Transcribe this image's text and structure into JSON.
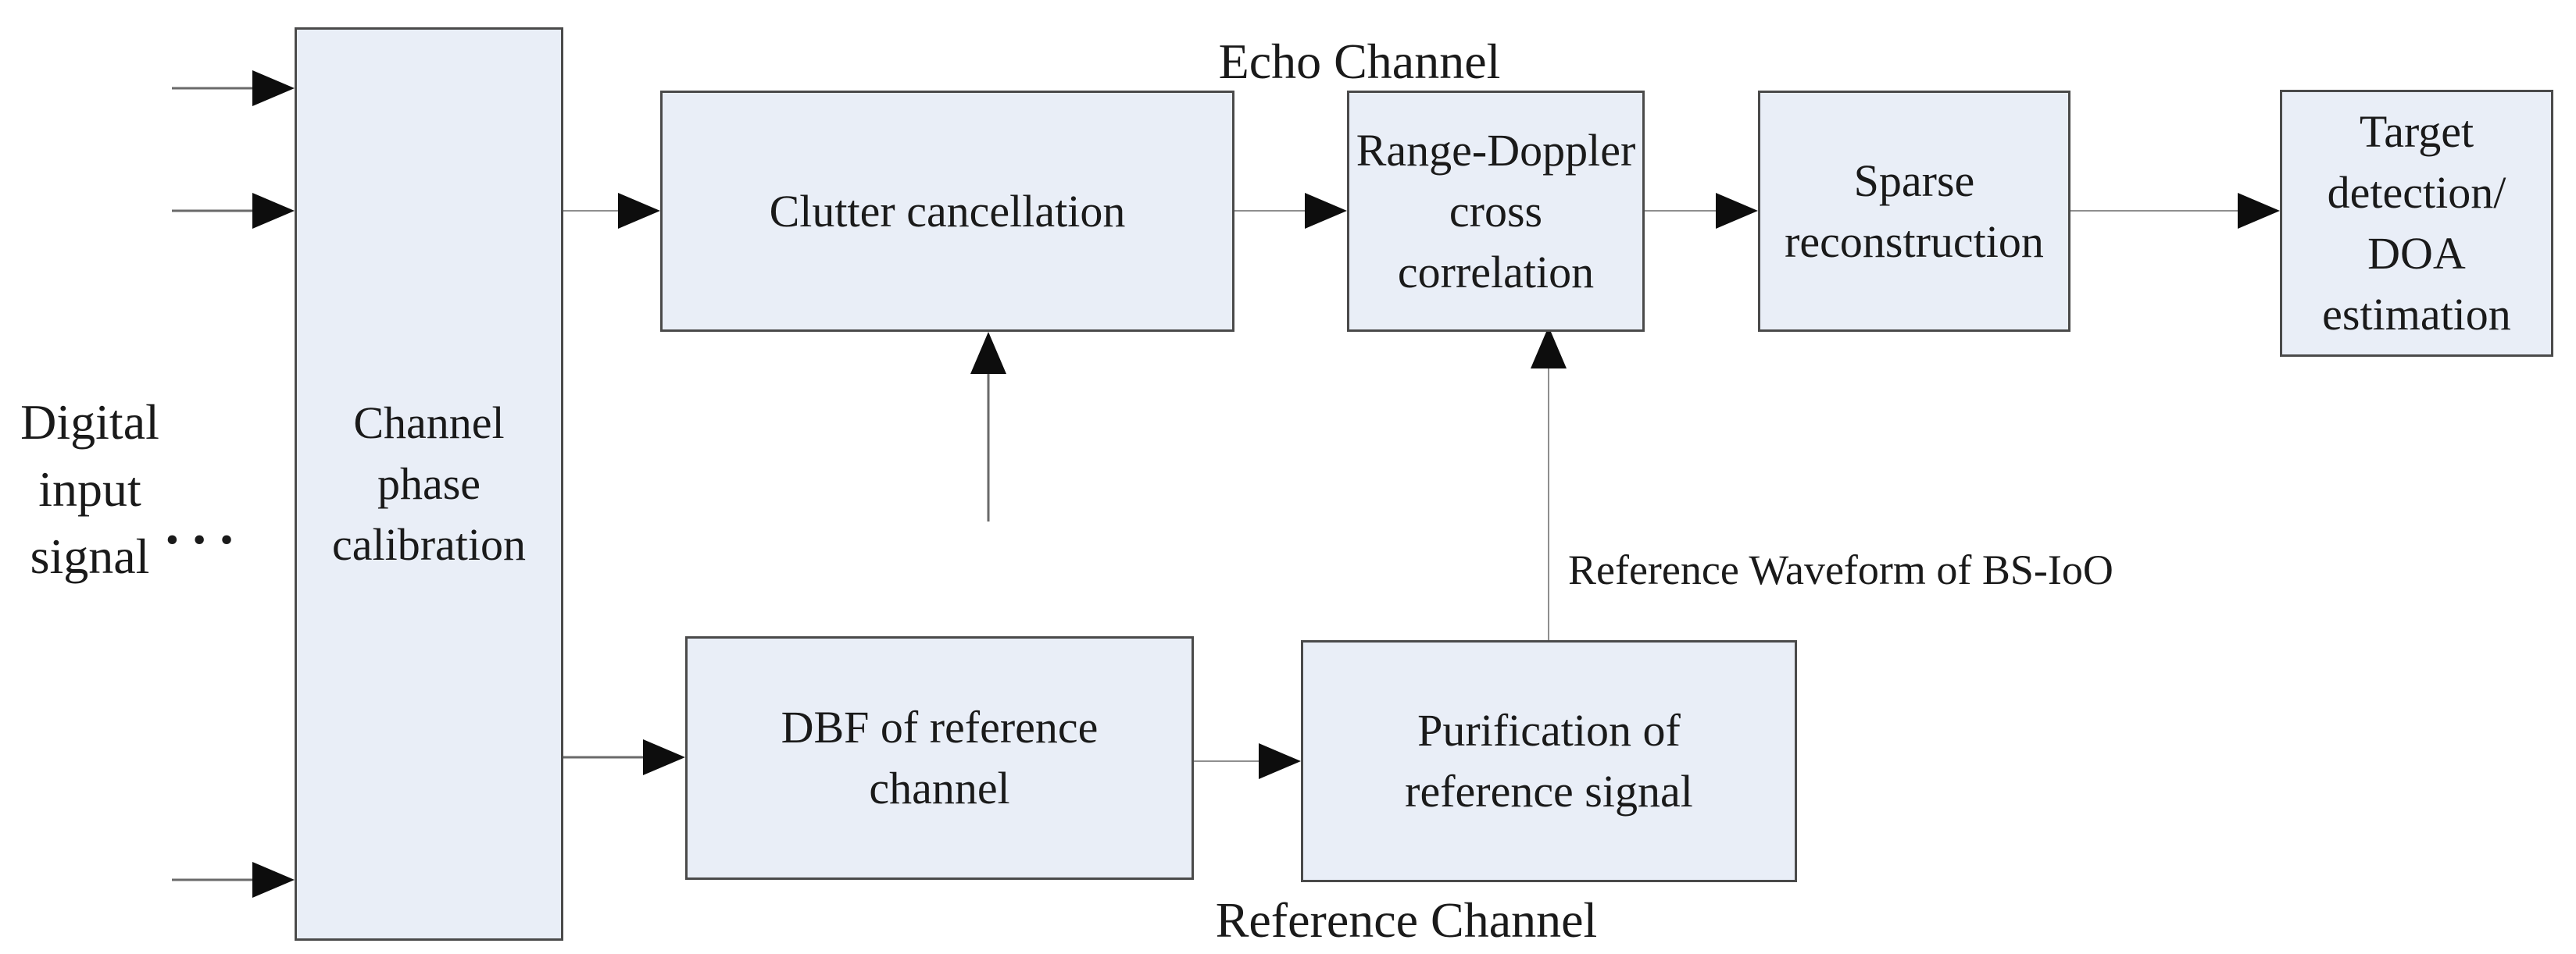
{
  "colors": {
    "background": "#ffffff",
    "box_fill": "#e9eef7",
    "box_border": "#4a4a4a",
    "arrow_line": "#6a6a6a",
    "arrow_head": "#0d0d0d",
    "text": "#1a1a1a"
  },
  "input_label": {
    "lines": [
      "Digital",
      "input",
      "signal"
    ],
    "dots": "•••"
  },
  "channels": {
    "echo": "Echo Channel",
    "reference": "Reference Channel"
  },
  "annotations": {
    "reference_waveform": "Reference Waveform of BS-IoO"
  },
  "boxes": {
    "calibration": {
      "lines": [
        "Channel",
        "phase",
        "calibration"
      ]
    },
    "clutter": {
      "lines": [
        "Clutter cancellation"
      ]
    },
    "range_doppler": {
      "lines": [
        "Range-Doppler",
        "cross",
        "correlation"
      ]
    },
    "sparse": {
      "lines": [
        "Sparse",
        "reconstruction"
      ]
    },
    "target": {
      "lines": [
        "Target",
        "detection/",
        "DOA",
        "estimation"
      ]
    },
    "dbf": {
      "lines": [
        "DBF of reference",
        "channel"
      ]
    },
    "purification": {
      "lines": [
        "Purification of",
        "reference signal"
      ]
    }
  }
}
